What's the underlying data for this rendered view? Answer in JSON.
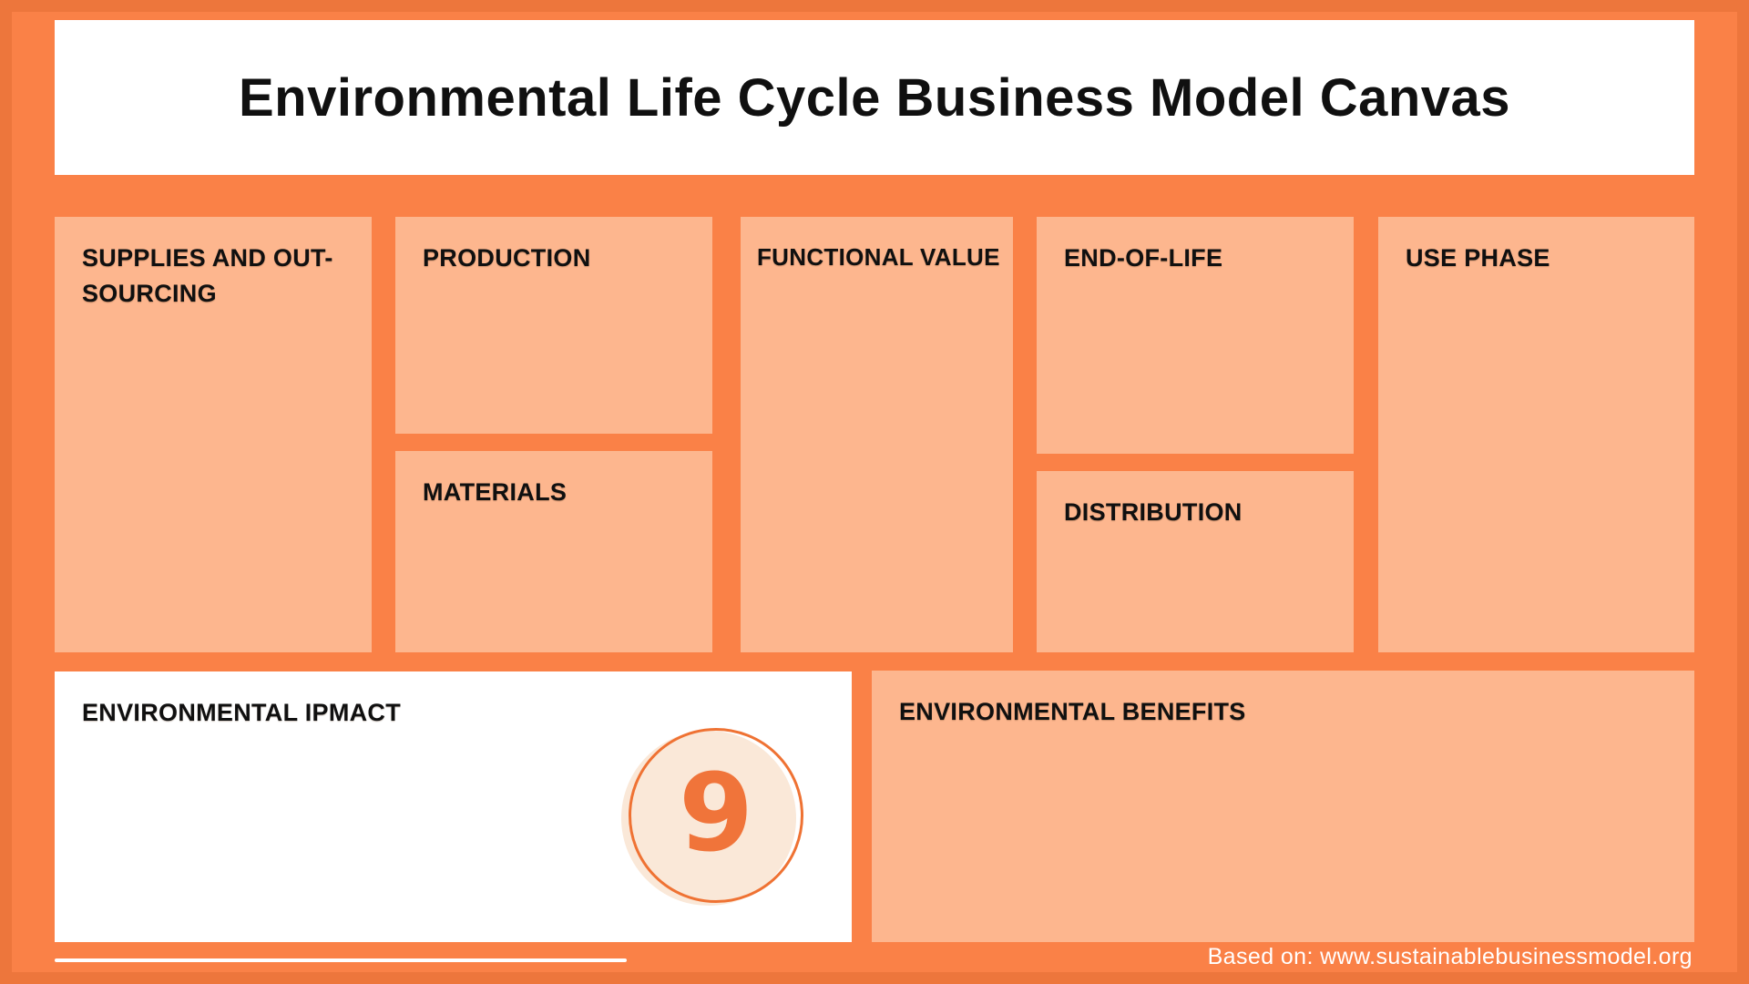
{
  "header": {
    "title": "Environmental Life Cycle Business Model Canvas"
  },
  "boxes": {
    "supplies": {
      "label": "SUPPLIES AND OUT-SOURCING"
    },
    "production": {
      "label": "PRODUCTION"
    },
    "materials": {
      "label": "MATERIALS"
    },
    "functional_value": {
      "label": "FUNCTIONAL VALUE"
    },
    "end_of_life": {
      "label": "END-OF-LIFE"
    },
    "distribution": {
      "label": "DISTRIBUTION"
    },
    "use_phase": {
      "label": "USE PHASE"
    },
    "environmental_impact": {
      "label": "ENVIRONMENTAL IPMACT",
      "badge_number": "9"
    },
    "environmental_benefits": {
      "label": "ENVIRONMENTAL BENEFITS"
    }
  },
  "footer": {
    "credit": "Based on: www.sustainablebusinessmodel.org"
  },
  "colors": {
    "background_orange": "#FA8147",
    "box_peach": "#FDB68E",
    "panel_white": "#FFFFFF",
    "label_black": "#101010",
    "badge_fill": "#FAE8D8",
    "badge_ring": "#EF7233",
    "badge_number_orange": "#F0743A",
    "footer_text": "#FFFFFF"
  }
}
